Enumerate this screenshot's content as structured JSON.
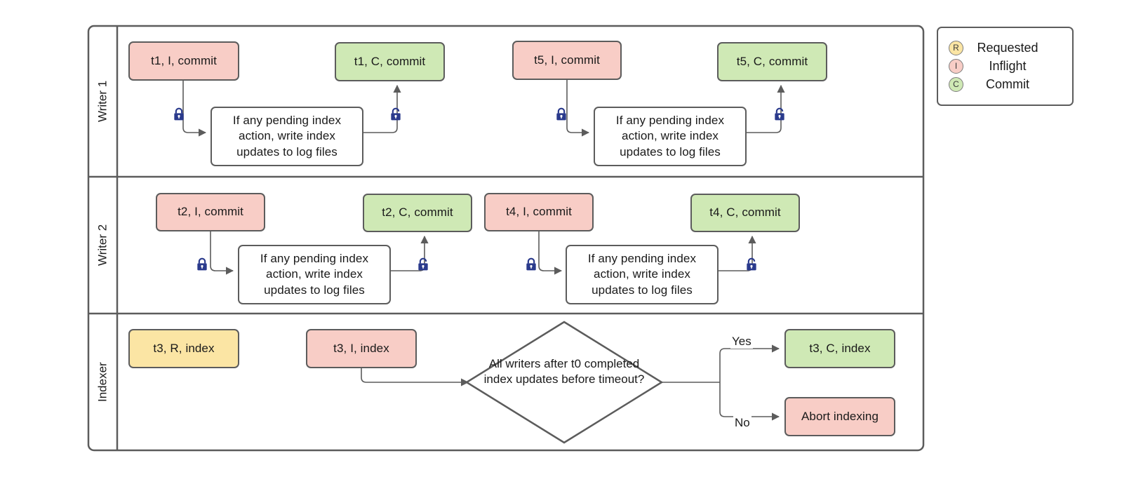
{
  "diagram": {
    "title": "Writer/Indexer concurrency swimlane flowchart",
    "colors": {
      "inflight": "#f8cdc6",
      "commit": "#cfe9b5",
      "requested": "#fbe5a4",
      "stroke": "#5c5c5c",
      "lock": "#2a3a8c",
      "background": "#ffffff"
    }
  },
  "lanes": [
    {
      "id": "writer-1",
      "label": "Writer 1"
    },
    {
      "id": "writer-2",
      "label": "Writer 2"
    },
    {
      "id": "indexer",
      "label": "Indexer"
    }
  ],
  "nodes": {
    "w1_t1_inflight": {
      "label": "t1, I, commit"
    },
    "w1_t1_commit": {
      "label": "t1, C, commit"
    },
    "w1_proc_a": {
      "label": "If any pending index action, write index updates to log files"
    },
    "w1_t5_inflight": {
      "label": "t5, I, commit"
    },
    "w1_t5_commit": {
      "label": "t5, C, commit"
    },
    "w1_proc_b": {
      "label": "If any pending index action, write index updates to log files"
    },
    "w2_t2_inflight": {
      "label": "t2, I, commit"
    },
    "w2_t2_commit": {
      "label": "t2, C, commit"
    },
    "w2_proc_a": {
      "label": "If any pending index action, write index updates to log files"
    },
    "w2_t4_inflight": {
      "label": "t4, I, commit"
    },
    "w2_t4_commit": {
      "label": "t4, C, commit"
    },
    "w2_proc_b": {
      "label": "If any pending index action, write index updates to log files"
    },
    "ix_t3_requested": {
      "label": "t3, R, index"
    },
    "ix_t3_inflight": {
      "label": "t3, I, index"
    },
    "ix_decision": {
      "label": "All writers after t0 completed index updates before timeout?"
    },
    "ix_t3_commit": {
      "label": "t3, C, index"
    },
    "ix_abort": {
      "label": "Abort indexing"
    }
  },
  "edge_labels": {
    "yes": "Yes",
    "no": "No"
  },
  "locks": [
    {
      "id": "w1-lock-a",
      "state": "locked"
    },
    {
      "id": "w1-unlock-a",
      "state": "unlocked"
    },
    {
      "id": "w1-lock-b",
      "state": "locked"
    },
    {
      "id": "w1-unlock-b",
      "state": "unlocked"
    },
    {
      "id": "w2-lock-a",
      "state": "locked"
    },
    {
      "id": "w2-unlock-a",
      "state": "unlocked"
    },
    {
      "id": "w2-lock-b",
      "state": "locked"
    },
    {
      "id": "w2-unlock-b",
      "state": "unlocked"
    }
  ],
  "legend": {
    "items": [
      {
        "key": "R",
        "label": "Requested",
        "color": "#fbe5a4"
      },
      {
        "key": "I",
        "label": "Inflight",
        "color": "#f8cdc6"
      },
      {
        "key": "C",
        "label": "Commit",
        "color": "#cfe9b5"
      }
    ]
  }
}
